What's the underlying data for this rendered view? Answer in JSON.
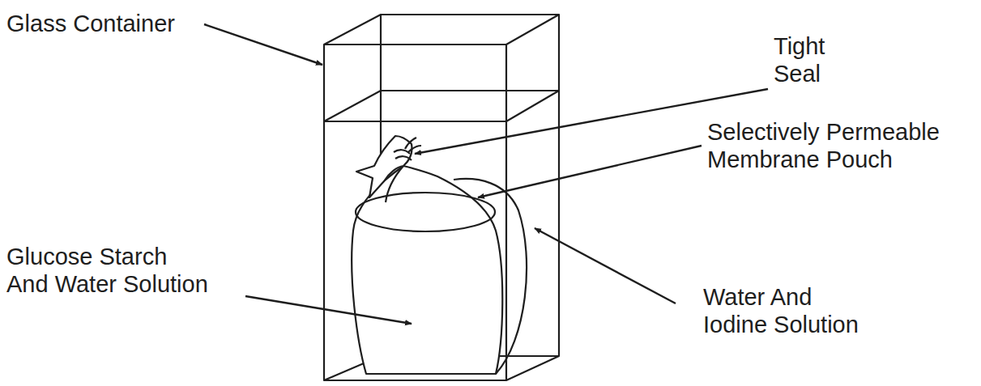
{
  "diagram": {
    "labels": [
      "Glass Container",
      "Tight Seal",
      "Selectively Permeable Membrane Pouch",
      "Glucose Starch And Water Solution",
      "Water And Iodine Solution"
    ]
  }
}
